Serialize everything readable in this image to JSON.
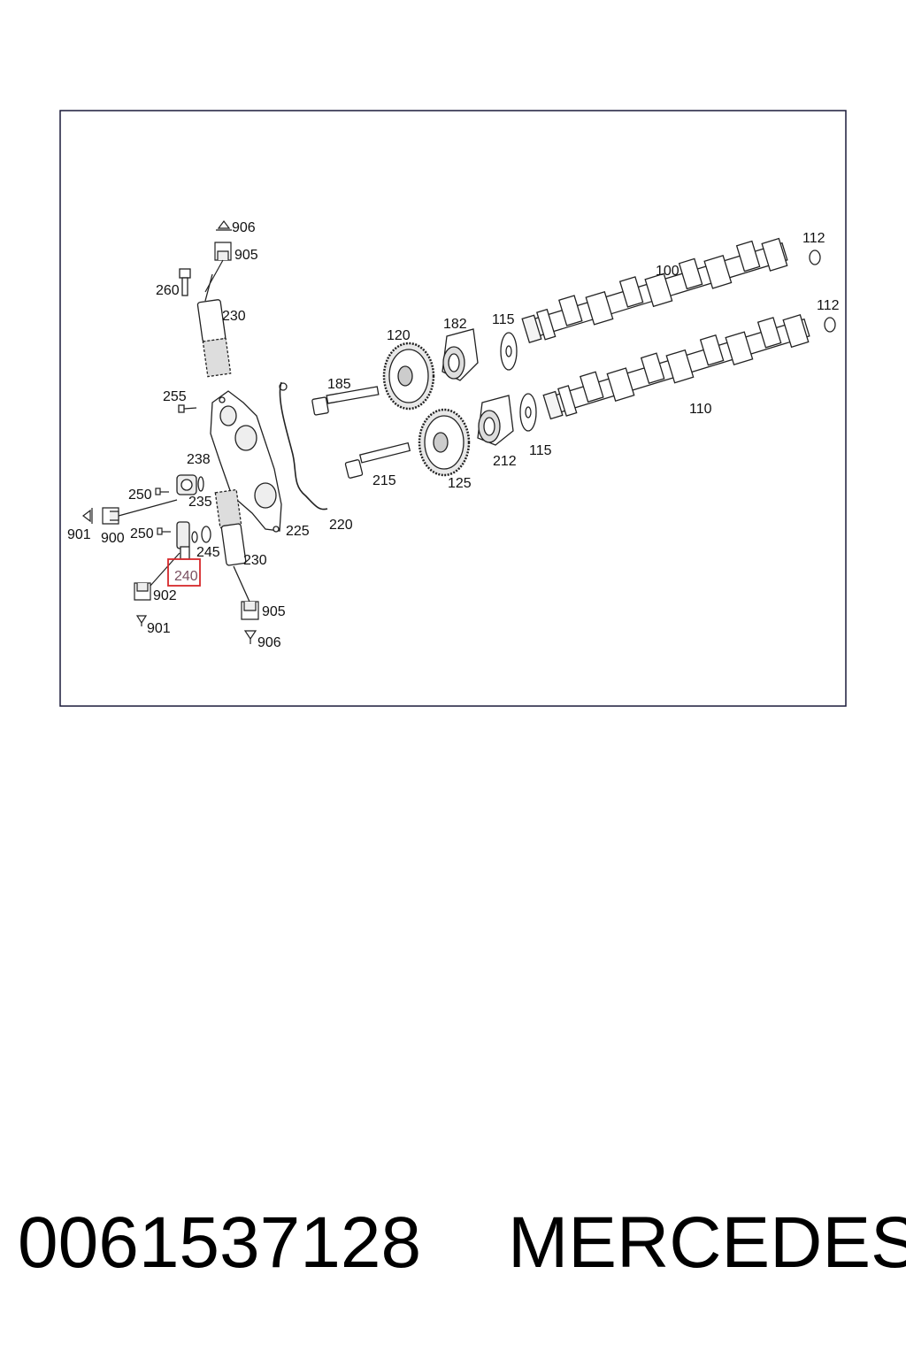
{
  "diagram": {
    "callouts": {
      "c906a": "906",
      "c905a": "905",
      "c260": "260",
      "c230a": "230",
      "c255": "255",
      "c238": "238",
      "c250a": "250",
      "c235": "235",
      "c901a": "901",
      "c900": "900",
      "c250b": "250",
      "c245": "245",
      "c230b": "230",
      "c240": "240",
      "c902": "902",
      "c901b": "901",
      "c905b": "905",
      "c906b": "906",
      "c225": "225",
      "c220": "220",
      "c185": "185",
      "c215": "215",
      "c120": "120",
      "c125": "125",
      "c182": "182",
      "c212": "212",
      "c115a": "115",
      "c115b": "115",
      "c100": "100",
      "c110": "110",
      "c112a": "112",
      "c112b": "112"
    },
    "highlighted_callout": "240",
    "highlight_color": "#d6282b"
  },
  "caption": {
    "part_number": "0061537128",
    "brand": "MERCEDES"
  }
}
